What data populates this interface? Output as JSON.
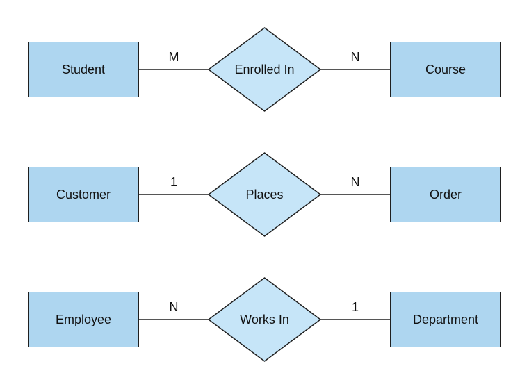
{
  "diagram": {
    "background": "#ffffff",
    "colors": {
      "background": "#ffffff",
      "entity_fill": "#AED6F0",
      "relationship_fill": "#C6E5F8",
      "shape_stroke": "#1F1F1F",
      "text": "#111111"
    },
    "rows": [
      {
        "left_entity": "Student",
        "left_cardinality": "M",
        "relationship": "Enrolled In",
        "right_cardinality": "N",
        "right_entity": "Course"
      },
      {
        "left_entity": "Customer",
        "left_cardinality": "1",
        "relationship": "Places",
        "right_cardinality": "N",
        "right_entity": "Order"
      },
      {
        "left_entity": "Employee",
        "left_cardinality": "N",
        "relationship": "Works In",
        "right_cardinality": "1",
        "right_entity": "Department"
      }
    ]
  }
}
